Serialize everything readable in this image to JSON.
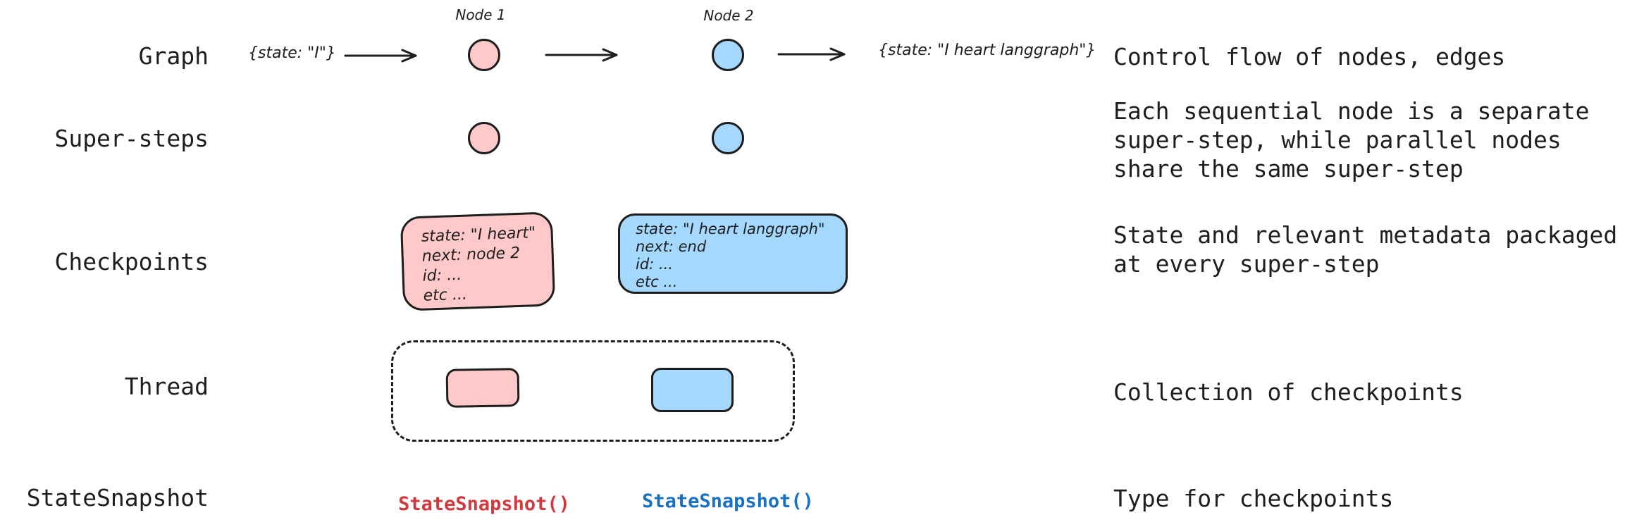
{
  "colors": {
    "pink_fill": "#ffc9c9",
    "blue_fill": "#a5d8ff",
    "ink": "#1e1e1e",
    "snapshot_red": "#d0393e",
    "snapshot_blue": "#1971c2"
  },
  "rows": [
    {
      "label": "Graph",
      "description": "Control flow of nodes, edges"
    },
    {
      "label": "Super-steps",
      "description": "Each sequential node is a separate\nsuper-step, while parallel nodes\nshare the same super-step"
    },
    {
      "label": "Checkpoints",
      "description": "State and relevant metadata packaged\nat every super-step"
    },
    {
      "label": "Thread",
      "description": "Collection of checkpoints"
    },
    {
      "label": "StateSnapshot",
      "description": "Type for checkpoints"
    }
  ],
  "graph": {
    "node1_label": "Node 1",
    "node2_label": "Node 2",
    "input_state": "{state: \"I\"}",
    "output_state": "{state: \"I heart langgraph\"}"
  },
  "checkpoints": {
    "pink_card": "state: \"I heart\"\nnext: node 2\nid: ...\netc ...",
    "blue_card": "state: \"I heart langgraph\"\nnext: end\nid: ...\netc ..."
  },
  "snapshots": {
    "pink": "StateSnapshot()",
    "blue": "StateSnapshot()"
  }
}
